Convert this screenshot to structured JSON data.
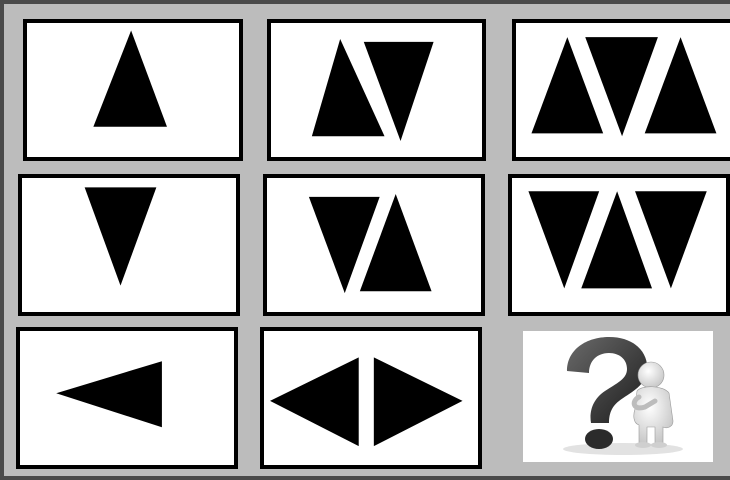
{
  "puzzle": {
    "rows": [
      {
        "cells": [
          {
            "shapes": [
              "triangle-up"
            ]
          },
          {
            "shapes": [
              "triangle-up",
              "triangle-down"
            ]
          },
          {
            "shapes": [
              "triangle-up",
              "triangle-down",
              "triangle-up"
            ]
          }
        ]
      },
      {
        "cells": [
          {
            "shapes": [
              "triangle-down"
            ]
          },
          {
            "shapes": [
              "triangle-down",
              "triangle-up"
            ]
          },
          {
            "shapes": [
              "triangle-down",
              "triangle-up",
              "triangle-down"
            ]
          }
        ]
      },
      {
        "cells": [
          {
            "shapes": [
              "triangle-left"
            ]
          },
          {
            "shapes": [
              "triangle-left",
              "triangle-right"
            ]
          },
          {
            "missing": true,
            "icon": "question-mark-figure-icon"
          }
        ]
      }
    ],
    "colors": {
      "background": "#bcbcbc",
      "frame": "#4a4a4a",
      "shape": "#000000",
      "cell": "#ffffff"
    }
  }
}
